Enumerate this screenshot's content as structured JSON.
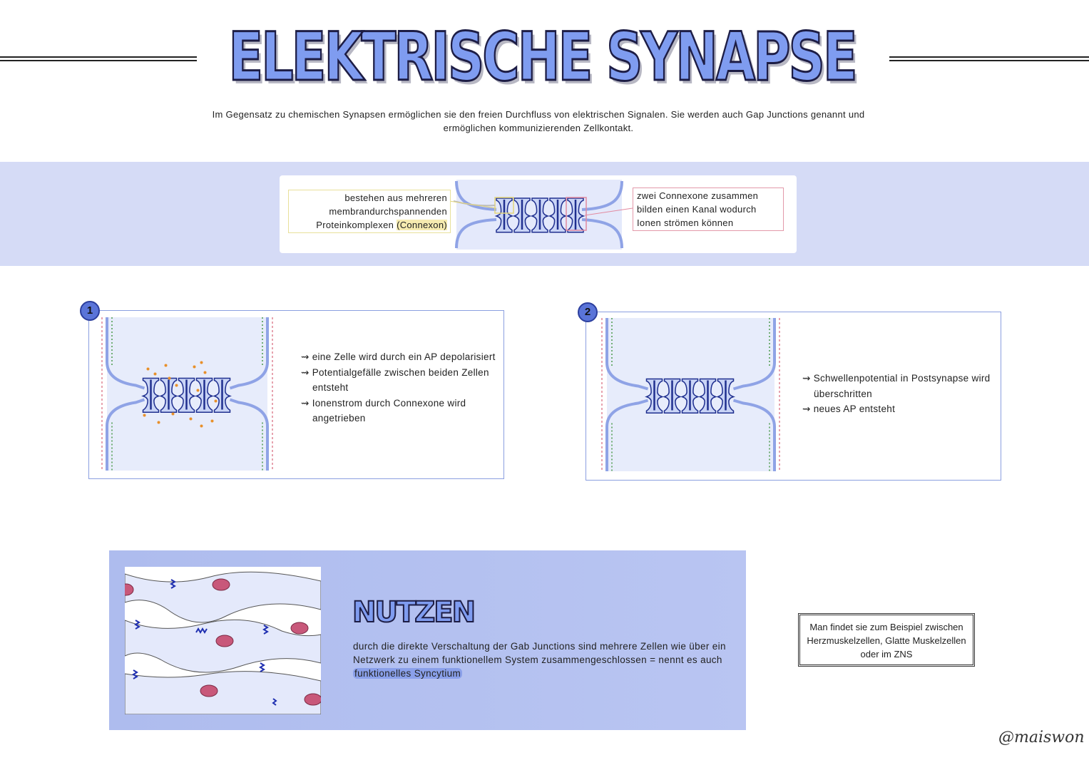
{
  "title": "ELEKTRISCHE SYNAPSE",
  "subtitle": "Im Gegensatz zu chemischen Synapsen ermöglichen sie den freien Durchfluss von elektrischen Signalen. Sie werden auch Gap Junctions genannt und ermöglichen kommunizierenden Zellkontakt.",
  "overview": {
    "left_callout_main": "bestehen aus mehreren membrandurchspannenden Proteinkomplexen ",
    "left_callout_highlight": "(Connexon)",
    "right_callout": "zwei Connexone zusammen bilden einen Kanal wodurch Ionen strömen können"
  },
  "step1": {
    "number": "1",
    "bullets": [
      "eine Zelle wird durch ein AP depolarisiert",
      "Potentialgefälle zwischen beiden Zellen entsteht",
      "Ionenstrom durch Connexone wird angetrieben"
    ]
  },
  "step2": {
    "number": "2",
    "bullets": [
      "Schwellenpotential in Postsynapse wird überschritten",
      "neues AP entsteht"
    ]
  },
  "bullet_arrow": "⇝",
  "nutzen": {
    "title": "NUTZEN",
    "text": "durch die direkte Verschaltung der Gab Junctions sind mehrere Zellen wie über ein Netzwerk zu einem funktionellem System zusammengeschlossen = nennt es auch ",
    "highlight": "funktionelles Syncytium"
  },
  "info_box": "Man findet sie zum Beispiel zwischen Herzmuskelzellen, Glatte Muskelzellen oder im ZNS",
  "signature": "@maiswon",
  "colors": {
    "accent": "#7f9cf0",
    "band": "#d5dbf6",
    "panel_border": "#8b9fe0",
    "nutzen_bg": "#b4c1ef"
  }
}
